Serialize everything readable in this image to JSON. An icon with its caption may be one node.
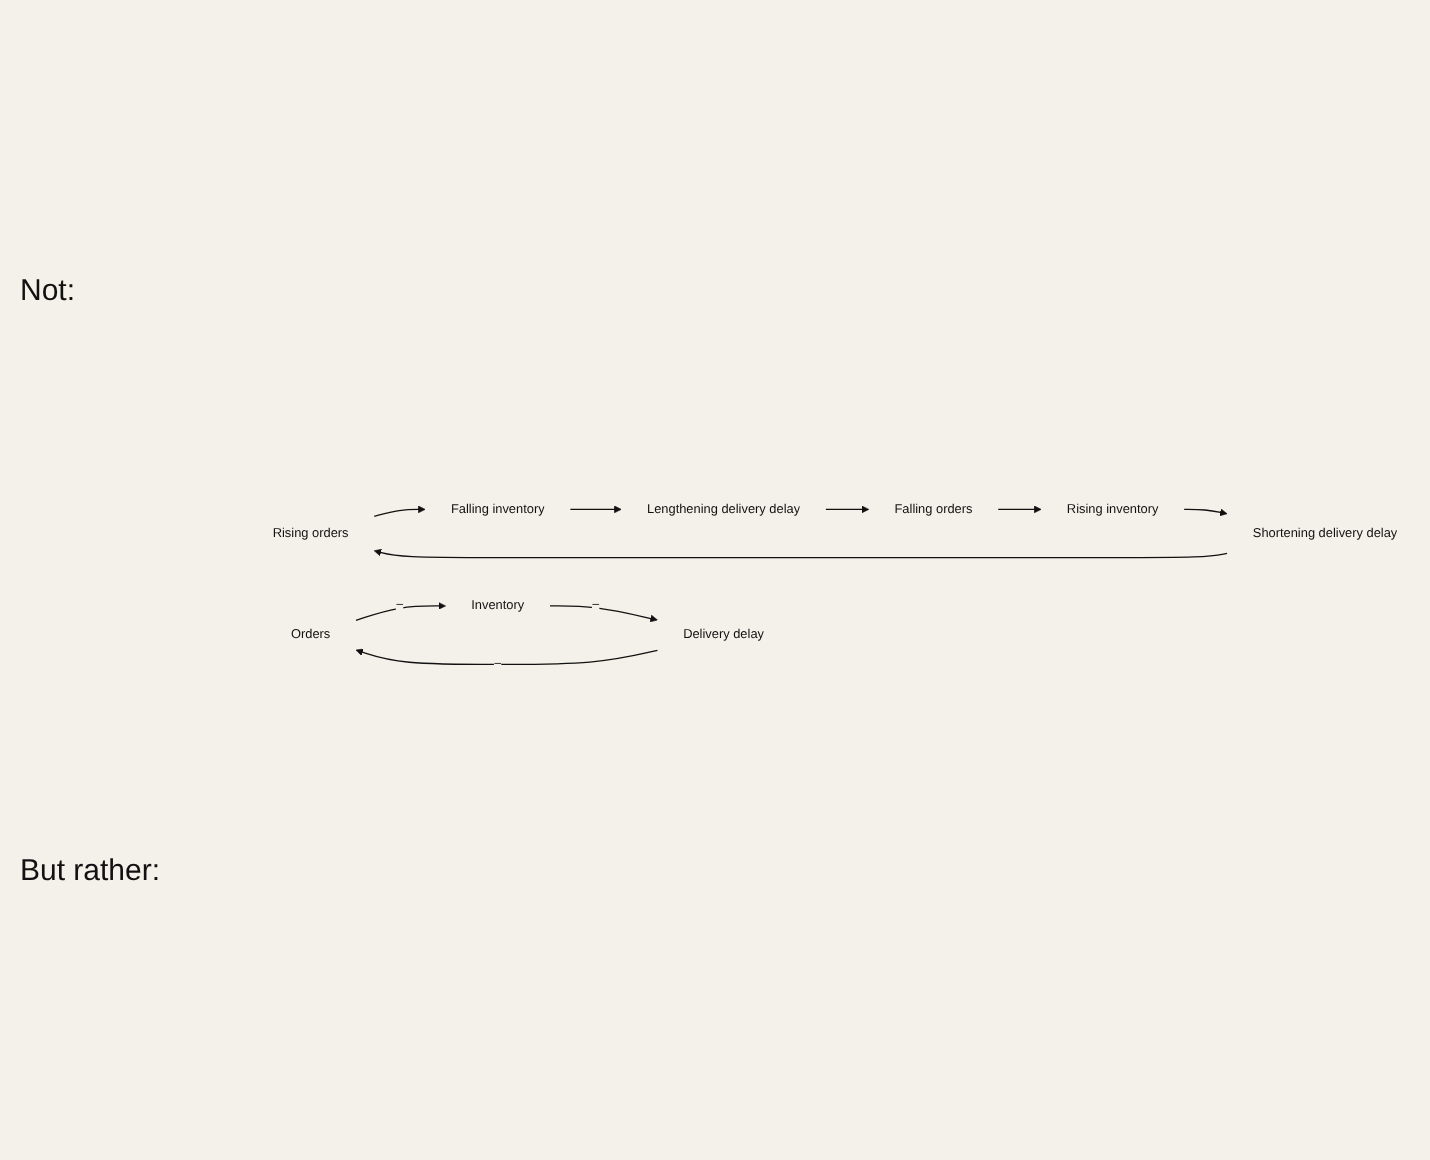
{
  "diagram": {
    "nodes": [
      {
        "text": [
          "Rising orders"
        ]
      },
      {
        "text": [
          "Falling inventory"
        ]
      },
      {
        "text": [
          "Lengthening delivery delay"
        ]
      },
      {
        "text": [
          "Falling orders"
        ]
      },
      {
        "text": [
          "Rising inventory"
        ]
      },
      {
        "text": [
          "Shortening delivery delay"
        ]
      },
      {
        "text": [
          "Orders"
        ]
      },
      {
        "text": [
          "Inventory"
        ]
      },
      {
        "text": [
          "Delivery delay"
        ]
      }
    ],
    "edges": [
      {
        "from": 0,
        "to": 1,
        "arrow": "to"
      },
      {
        "from": 1,
        "to": 2,
        "arrow": "to"
      },
      {
        "from": 2,
        "to": 3,
        "arrow": "to"
      },
      {
        "from": 3,
        "to": 4,
        "arrow": "to"
      },
      {
        "from": 4,
        "to": 5,
        "arrow": "to"
      },
      {
        "from": 5,
        "to": 0,
        "arrow": "to"
      },
      {
        "from": 6,
        "to": 7,
        "arrow": "to",
        "label": "−"
      },
      {
        "from": 7,
        "to": 8,
        "arrow": "to",
        "label": "−"
      },
      {
        "from": 8,
        "to": 6,
        "arrow": "to",
        "label": "−"
      }
    ],
    "labels": [
      "Not:",
      "But rather:"
    ]
  }
}
